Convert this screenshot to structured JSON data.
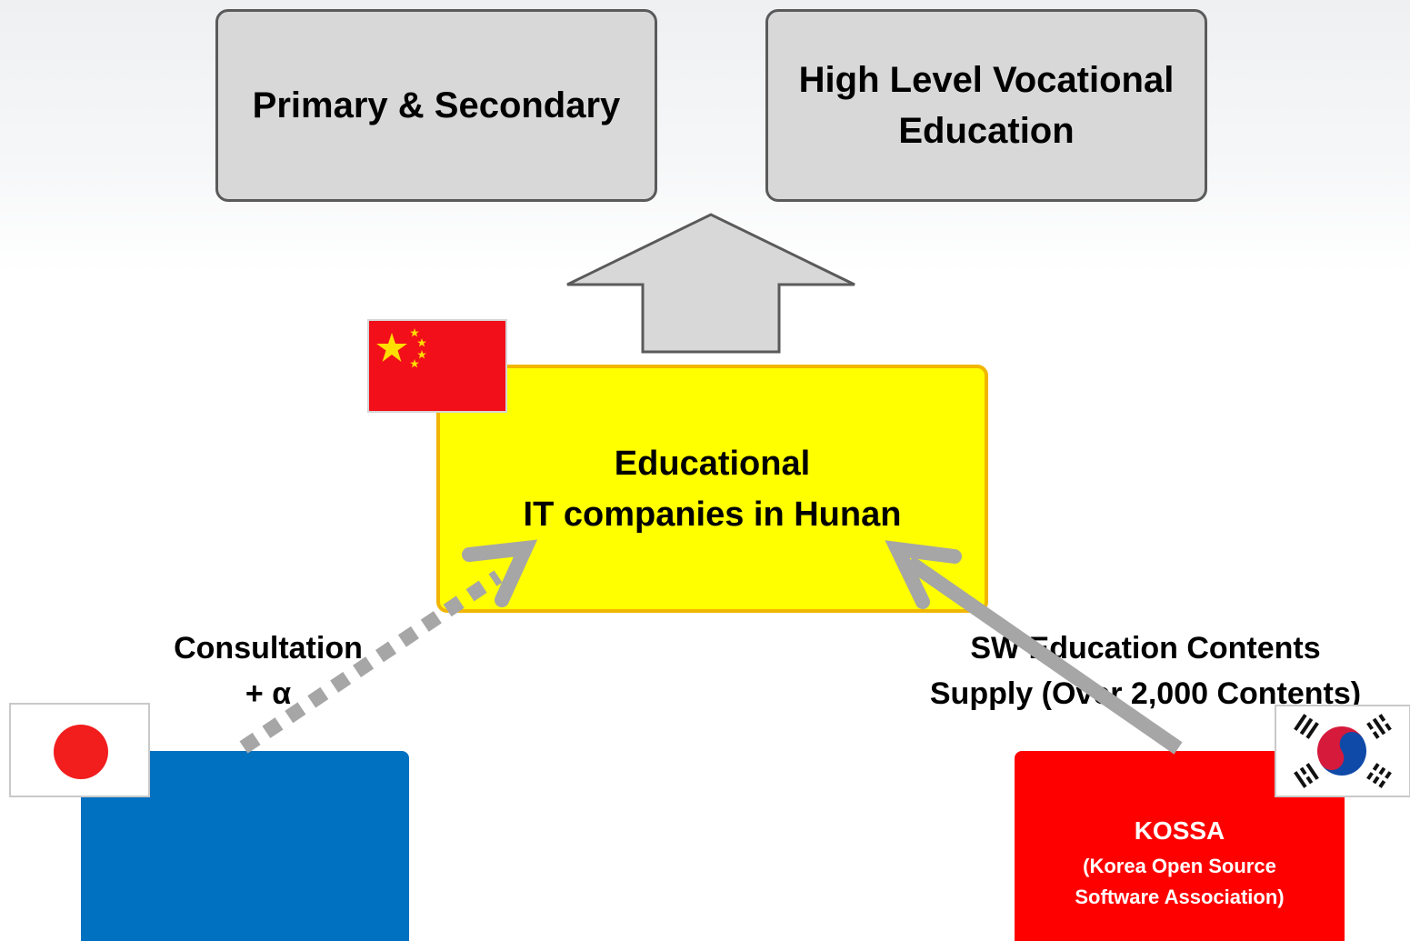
{
  "diagram": {
    "top_boxes": {
      "primary": "Primary & Secondary",
      "vocational_line1": "High Level Vocational",
      "vocational_line2": "Education"
    },
    "center_box": {
      "line1": "Educational",
      "line2": "IT companies in Hunan"
    },
    "left_label": {
      "line1": "Consultation",
      "line2": "+ α"
    },
    "right_label": {
      "line1": "SW Education Contents",
      "line2": "Supply (Over 2,000 Contents)"
    },
    "kossa_box": {
      "title": "KOSSA",
      "sub_line1": "(Korea Open Source",
      "sub_line2": "Software Association)"
    },
    "flags": {
      "china": "china-flag-icon",
      "japan": "japan-flag-icon",
      "korea": "korea-flag-icon"
    },
    "colors": {
      "top_box_fill": "#d8d8d8",
      "center_box_fill": "#ffff00",
      "japan_box_fill": "#0070c0",
      "kossa_box_fill": "#ff0000",
      "arrow_gray": "#a6a6a6"
    }
  }
}
